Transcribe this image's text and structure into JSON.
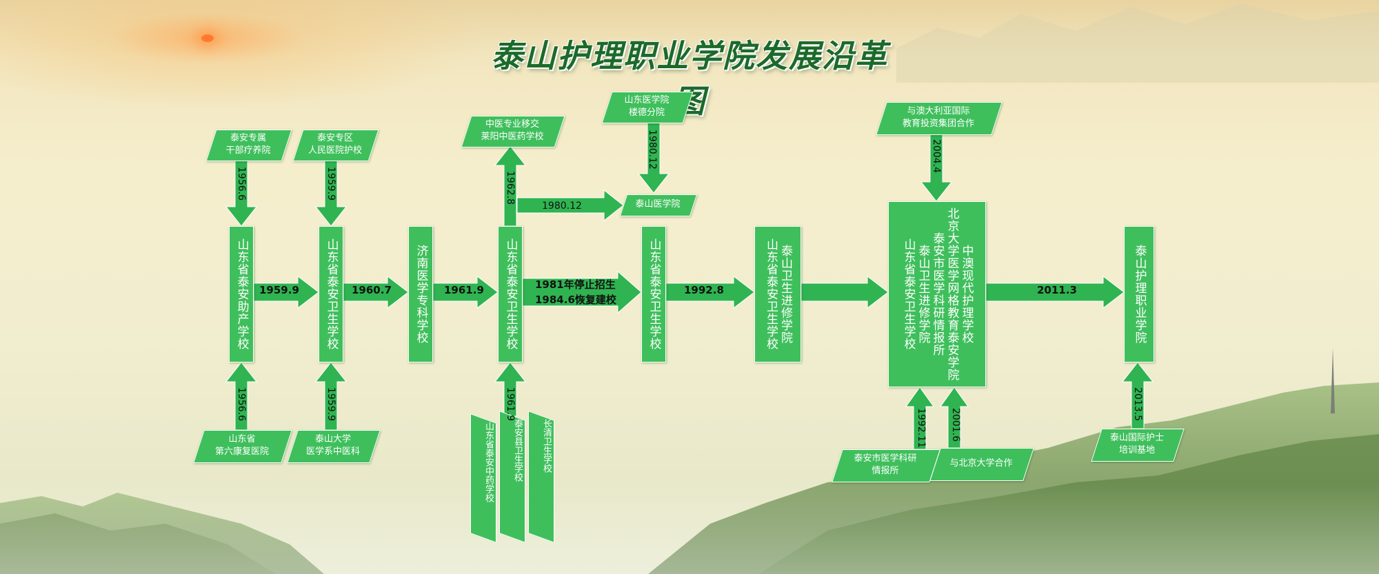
{
  "title": "泰山护理职业学院发展沿革图",
  "colors": {
    "box": "#3fbf5c",
    "arrow": "#2fb451",
    "title": "#1c6a2a"
  },
  "main_boxes": [
    {
      "id": "b1",
      "lines": [
        "山东省泰安助产学校"
      ]
    },
    {
      "id": "b2",
      "lines": [
        "山东省泰安卫生学校"
      ]
    },
    {
      "id": "b3",
      "lines": [
        "济南医学专科学校"
      ]
    },
    {
      "id": "b4",
      "lines": [
        "山东省泰安卫生学校"
      ]
    },
    {
      "id": "b5",
      "lines": [
        "山东省泰安卫生学校"
      ]
    },
    {
      "id": "b6",
      "lines": [
        "泰山卫生进修学院",
        "山东省泰安卫生学校"
      ]
    },
    {
      "id": "b7",
      "lines": [
        "中澳现代护理学校",
        "北京大学医学网格教育泰安学院",
        "泰安市医学科研情报所",
        "泰山卫生进修学院",
        "山东省泰安卫生学校"
      ]
    },
    {
      "id": "b8",
      "lines": [
        "泰山护理职业学院"
      ]
    }
  ],
  "side_boxes": {
    "s1": "泰安专属\n干部疗养院",
    "s2": "泰安专区\n人民医院护校",
    "s3": "中医专业移交\n莱阳中医药学校",
    "s4": "山东医学院\n楼德分院",
    "s5": "泰山医学院",
    "s6": "与澳大利亚国际\n教育投资集团合作",
    "s7": "山东省\n第六康复医院",
    "s8": "泰山大学\n医学系中医科",
    "s9": "泰安市医学科研\n情报所",
    "s10": "与北京大学合作",
    "s11": "泰山国际护士\n培训基地"
  },
  "bottom_boxes": {
    "v1": "山东省泰安中药学校",
    "v2": "泰安县卫生学校",
    "v3": "长清卫生学校"
  },
  "arrow_labels": {
    "a1": "1959.9",
    "a2": "1960.7",
    "a3": "1961.9",
    "a4a": "1981年停止招生",
    "a4b": "1984.6恢复建校",
    "a5": "1992.8",
    "a7": "2011.3",
    "a8": "1980.12",
    "t1": "1956.6",
    "t2": "1959.9",
    "t3": "1962.8",
    "t4": "1980.12",
    "t5": "2004.4",
    "u1": "1956.6",
    "u2": "1959.9",
    "u3": "1961.9",
    "u4": "1992.11",
    "u5": "2001.6",
    "u6": "2013.5"
  }
}
